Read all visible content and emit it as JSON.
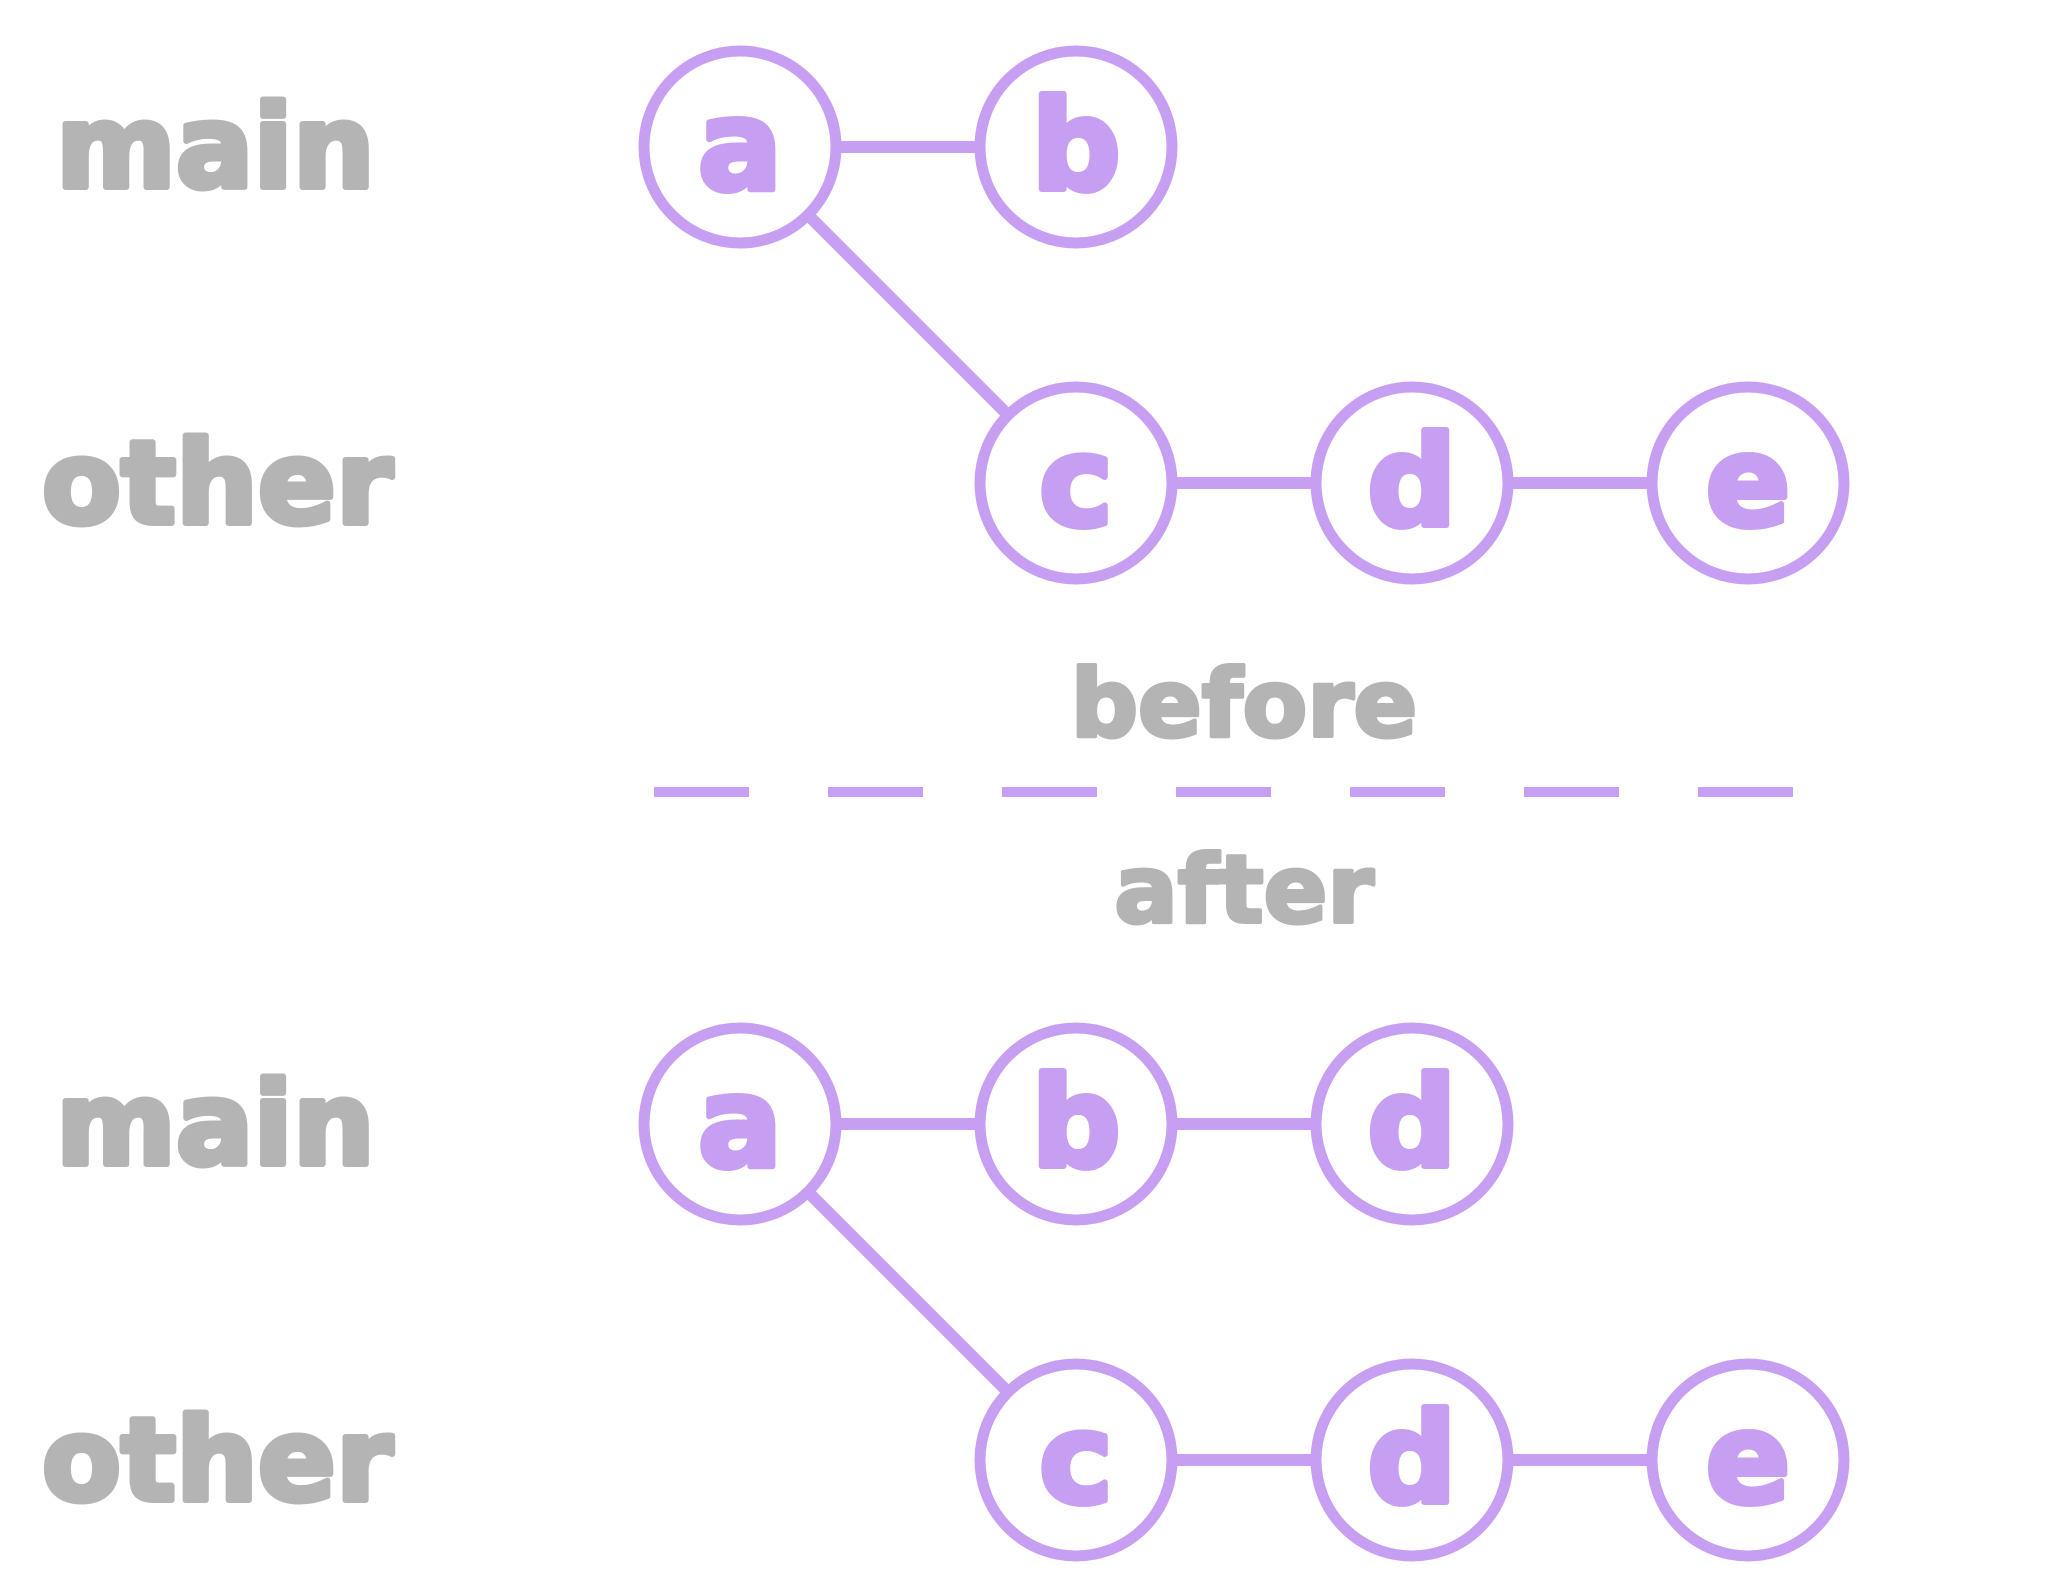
{
  "colors": {
    "branch": "#c79ff2",
    "label": "#b4b4b4",
    "background": "#ffffff"
  },
  "before_section": {
    "caption": "before",
    "branches": [
      {
        "label": "main",
        "commits": [
          "a",
          "b"
        ]
      },
      {
        "label": "other",
        "commits": [
          "c",
          "d",
          "e"
        ]
      }
    ]
  },
  "after_section": {
    "caption": "after",
    "branches": [
      {
        "label": "main",
        "commits": [
          "a",
          "b",
          "d"
        ]
      },
      {
        "label": "other",
        "commits": [
          "c",
          "d",
          "e"
        ]
      }
    ]
  }
}
